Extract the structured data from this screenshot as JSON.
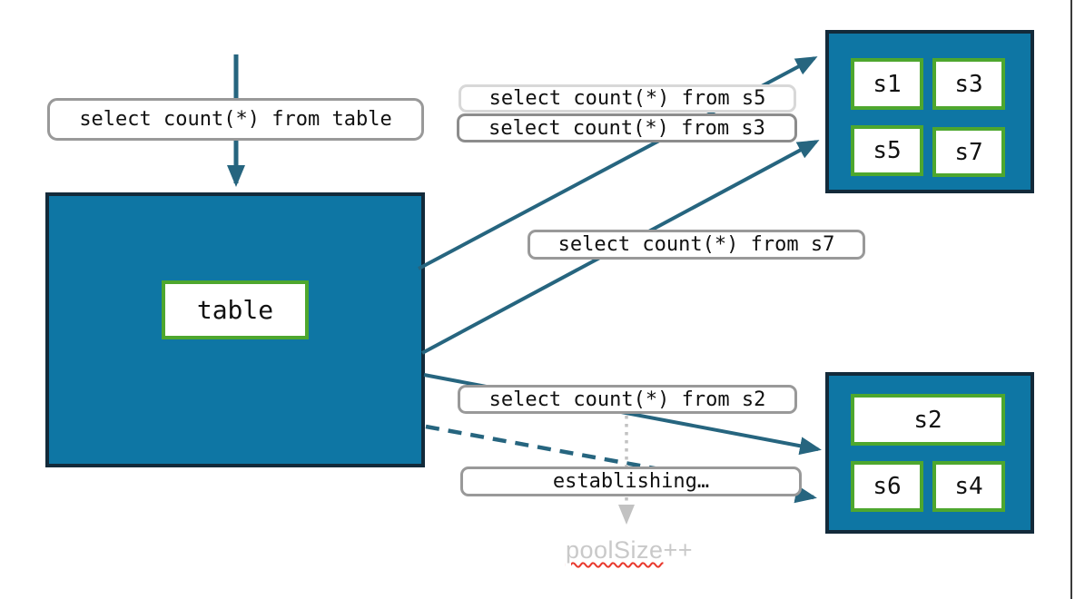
{
  "labels": {
    "query_table": "select count(*) from table",
    "query_s5": "select count(*) from s5",
    "query_s3": "select count(*) from s3",
    "query_s7": "select count(*) from s7",
    "query_s2": "select count(*) from s2",
    "establishing": "establishing…"
  },
  "table_box": {
    "label": "table"
  },
  "shards": {
    "top": [
      "s1",
      "s3",
      "s5",
      "s7"
    ],
    "bottom": [
      "s2",
      "s6",
      "s4"
    ]
  },
  "note": {
    "poolsize_word": "poolSize",
    "poolsize_suffix": "++"
  },
  "colors": {
    "db_box_fill": "#0e76a4",
    "db_box_border": "#132a3a",
    "shard_box_border": "#4ea72e",
    "arrow_teal": "#26657f",
    "arrow_gray": "#c2c2c2",
    "label_border_gray": "#999999",
    "label_border_light": "#d8d8d8",
    "label_border_dark": "#8c8c8c",
    "note_text_gray": "#c9c9c9",
    "spellcheck_red": "#e8392e"
  }
}
